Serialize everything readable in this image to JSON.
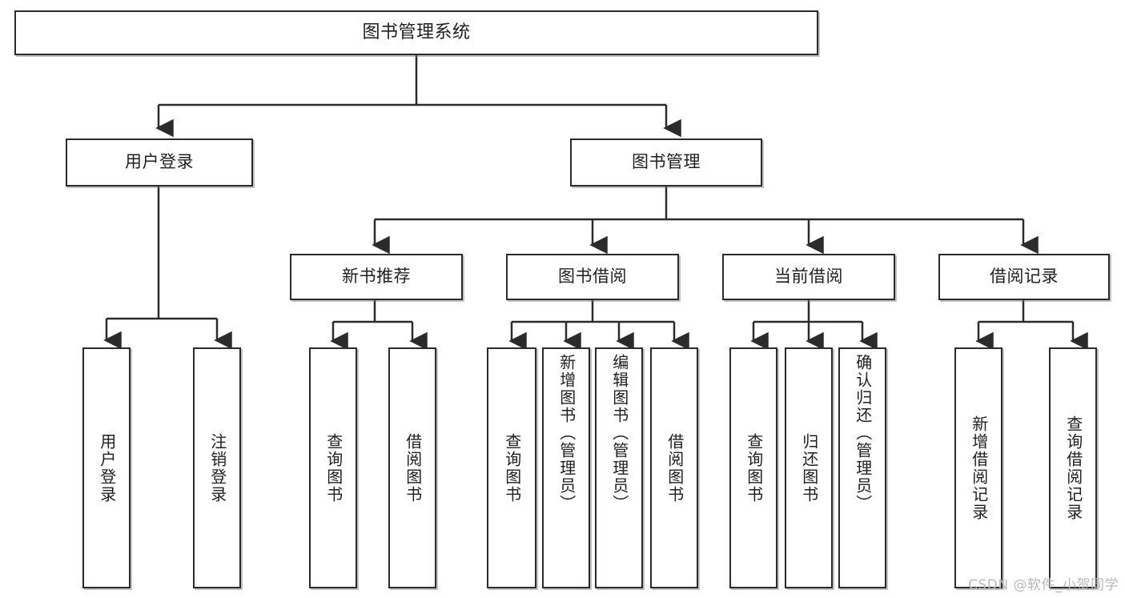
{
  "diagram": {
    "type": "tree",
    "title": "图书管理系统",
    "watermark": "CSDN @软件_小贺同学",
    "line_color": "#2b2b2b",
    "box_fill": "#ffffff",
    "text_color": "#1f1f1f",
    "levels": {
      "root": {
        "label": "图书管理系统"
      },
      "level2": [
        {
          "label": "用户登录"
        },
        {
          "label": "图书管理"
        }
      ],
      "level3": [
        {
          "label": "新书推荐"
        },
        {
          "label": "图书借阅"
        },
        {
          "label": "当前借阅"
        },
        {
          "label": "借阅记录"
        }
      ],
      "leaves": [
        {
          "label": "用户登录",
          "parent": "用户登录"
        },
        {
          "label": "注销登录",
          "parent": "用户登录"
        },
        {
          "label": "查询图书",
          "parent": "新书推荐"
        },
        {
          "label": "借阅图书",
          "parent": "新书推荐"
        },
        {
          "label": "查询图书",
          "parent": "图书借阅"
        },
        {
          "label": "新增图书（管理员）",
          "parent": "图书借阅"
        },
        {
          "label": "编辑图书（管理员）",
          "parent": "图书借阅"
        },
        {
          "label": "借阅图书",
          "parent": "图书借阅"
        },
        {
          "label": "查询图书",
          "parent": "当前借阅"
        },
        {
          "label": "归还图书",
          "parent": "当前借阅"
        },
        {
          "label": "确认归还（管理员）",
          "parent": "当前借阅"
        },
        {
          "label": "新增借阅记录",
          "parent": "借阅记录"
        },
        {
          "label": "查询借阅记录",
          "parent": "借阅记录"
        }
      ]
    }
  }
}
